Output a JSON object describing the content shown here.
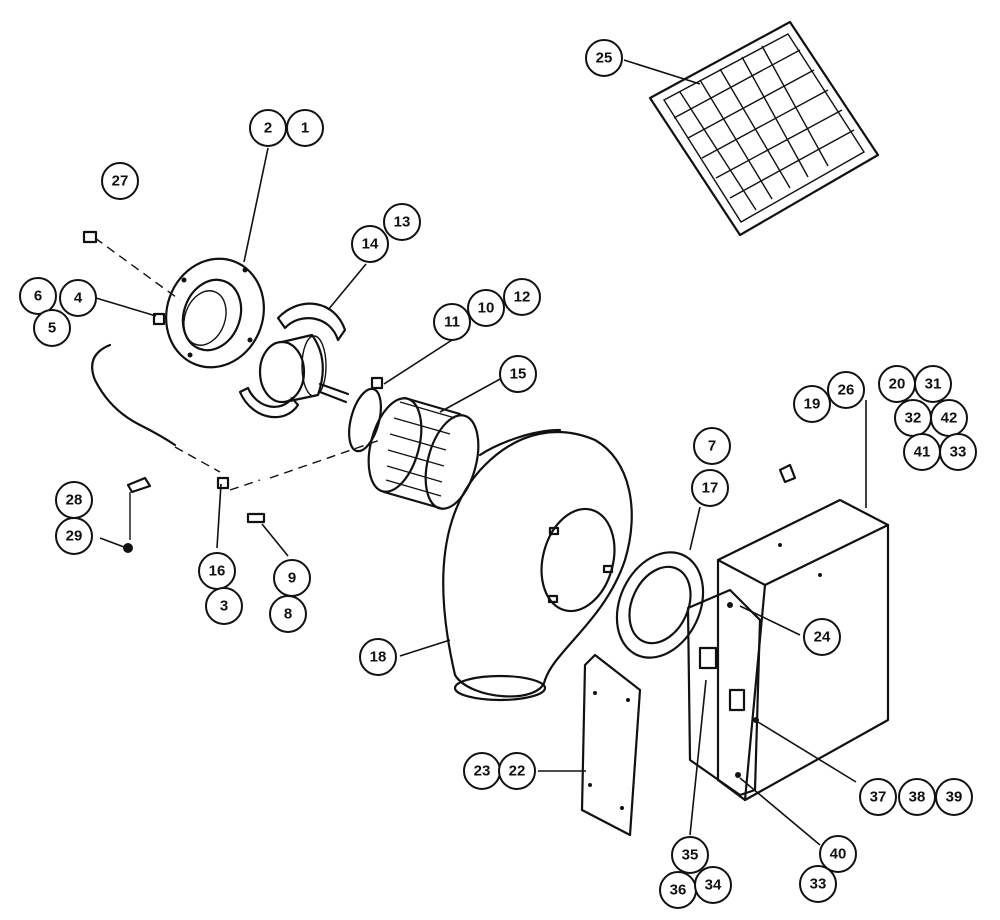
{
  "callouts": [
    {
      "id": "c1",
      "label": "1"
    },
    {
      "id": "c2",
      "label": "2"
    },
    {
      "id": "c3",
      "label": "3"
    },
    {
      "id": "c4",
      "label": "4"
    },
    {
      "id": "c5",
      "label": "5"
    },
    {
      "id": "c6",
      "label": "6"
    },
    {
      "id": "c7",
      "label": "7"
    },
    {
      "id": "c8",
      "label": "8"
    },
    {
      "id": "c9",
      "label": "9"
    },
    {
      "id": "c10",
      "label": "10"
    },
    {
      "id": "c11",
      "label": "11"
    },
    {
      "id": "c12",
      "label": "12"
    },
    {
      "id": "c13",
      "label": "13"
    },
    {
      "id": "c14",
      "label": "14"
    },
    {
      "id": "c15",
      "label": "15"
    },
    {
      "id": "c16",
      "label": "16"
    },
    {
      "id": "c17",
      "label": "17"
    },
    {
      "id": "c18",
      "label": "18"
    },
    {
      "id": "c19",
      "label": "19"
    },
    {
      "id": "c20",
      "label": "20"
    },
    {
      "id": "c22",
      "label": "22"
    },
    {
      "id": "c23",
      "label": "23"
    },
    {
      "id": "c24",
      "label": "24"
    },
    {
      "id": "c25",
      "label": "25"
    },
    {
      "id": "c26",
      "label": "26"
    },
    {
      "id": "c27",
      "label": "27"
    },
    {
      "id": "c28",
      "label": "28"
    },
    {
      "id": "c29",
      "label": "29"
    },
    {
      "id": "c31",
      "label": "31"
    },
    {
      "id": "c32",
      "label": "32"
    },
    {
      "id": "c33a",
      "label": "33"
    },
    {
      "id": "c33b",
      "label": "33"
    },
    {
      "id": "c34",
      "label": "34"
    },
    {
      "id": "c35",
      "label": "35"
    },
    {
      "id": "c36",
      "label": "36"
    },
    {
      "id": "c37",
      "label": "37"
    },
    {
      "id": "c38",
      "label": "38"
    },
    {
      "id": "c39",
      "label": "39"
    },
    {
      "id": "c40",
      "label": "40"
    },
    {
      "id": "c41",
      "label": "41"
    },
    {
      "id": "c42",
      "label": "42"
    }
  ]
}
